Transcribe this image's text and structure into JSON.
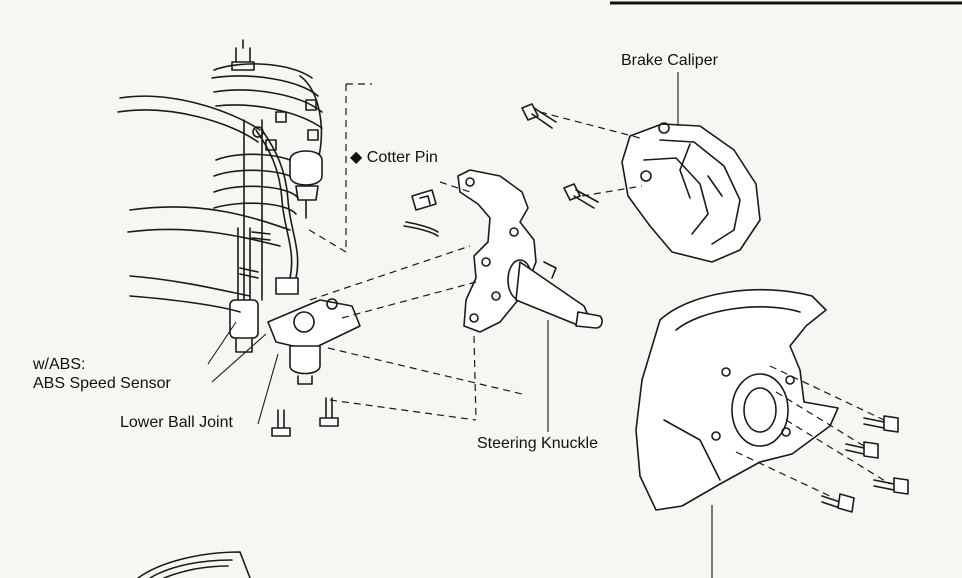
{
  "labels": {
    "brake_caliper": "Brake Caliper",
    "cotter_pin_marker": "◆",
    "cotter_pin": "Cotter Pin",
    "abs_line1": "w/ABS:",
    "abs_line2": "ABS Speed Sensor",
    "lower_ball_joint": "Lower Ball Joint",
    "steering_knuckle": "Steering Knuckle"
  }
}
